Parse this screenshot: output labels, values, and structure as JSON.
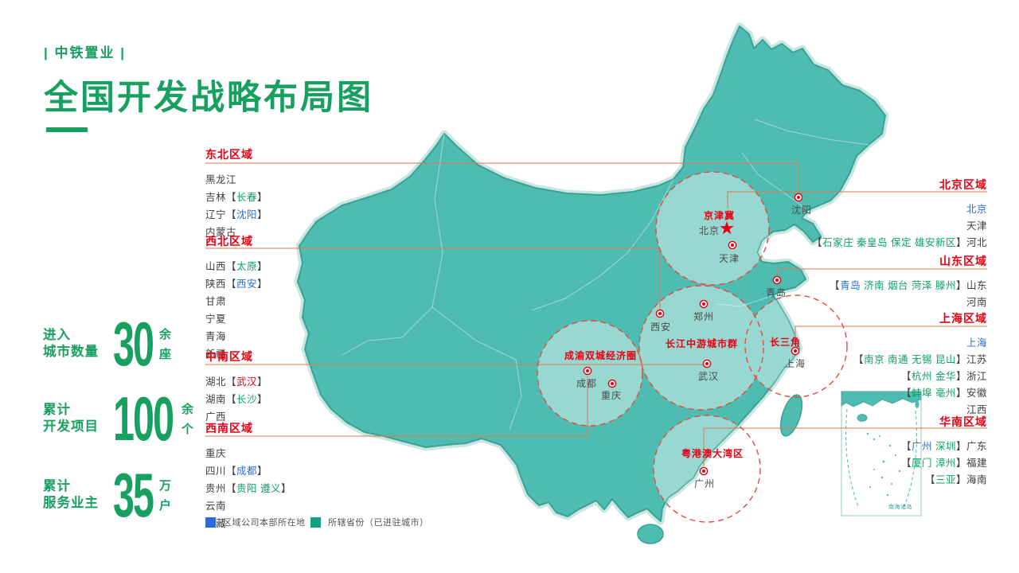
{
  "header": {
    "brand": "| 中铁置业 |",
    "title": "全国开发战略布局图"
  },
  "stats": [
    {
      "label_lines": [
        "进入",
        "城市数量"
      ],
      "value": "30",
      "unit_top": "余",
      "unit_bottom": "座"
    },
    {
      "label_lines": [
        "累计",
        "开发项目"
      ],
      "value": "100",
      "unit_top": "余",
      "unit_bottom": "个"
    },
    {
      "label_lines": [
        "累计",
        "服务业主"
      ],
      "value": "35",
      "unit_top": "万",
      "unit_bottom": "户"
    }
  ],
  "regions": {
    "left": [
      {
        "name": "东北区域",
        "items": [
          [
            {
              "t": "黑龙江",
              "c": "d"
            }
          ],
          [
            {
              "t": "吉林【",
              "c": "d"
            },
            {
              "t": "长春",
              "c": "g"
            },
            {
              "t": "】",
              "c": "d"
            }
          ],
          [
            {
              "t": "辽宁【",
              "c": "d"
            },
            {
              "t": "沈阳",
              "c": "b"
            },
            {
              "t": "】",
              "c": "d"
            }
          ],
          [
            {
              "t": "内蒙古",
              "c": "d"
            }
          ]
        ]
      },
      {
        "name": "西北区域",
        "items": [
          [
            {
              "t": "山西【",
              "c": "d"
            },
            {
              "t": "太原",
              "c": "g"
            },
            {
              "t": "】",
              "c": "d"
            }
          ],
          [
            {
              "t": "陕西【",
              "c": "d"
            },
            {
              "t": "西安",
              "c": "b"
            },
            {
              "t": "】",
              "c": "d"
            }
          ],
          [
            {
              "t": "甘肃",
              "c": "d"
            }
          ],
          [
            {
              "t": "宁夏",
              "c": "d"
            }
          ],
          [
            {
              "t": "青海",
              "c": "d"
            }
          ],
          [
            {
              "t": "新疆",
              "c": "d"
            }
          ]
        ]
      },
      {
        "name": "中南区域",
        "items": [
          [
            {
              "t": "湖北【",
              "c": "d"
            },
            {
              "t": "武汉",
              "c": "r"
            },
            {
              "t": "】",
              "c": "d"
            }
          ],
          [
            {
              "t": "湖南【",
              "c": "d"
            },
            {
              "t": "长沙",
              "c": "g"
            },
            {
              "t": "】",
              "c": "d"
            }
          ],
          [
            {
              "t": "广西",
              "c": "d"
            }
          ]
        ]
      },
      {
        "name": "西南区域",
        "items": [
          [
            {
              "t": "重庆",
              "c": "d"
            }
          ],
          [
            {
              "t": "四川【",
              "c": "d"
            },
            {
              "t": "成都",
              "c": "b"
            },
            {
              "t": "】",
              "c": "d"
            }
          ],
          [
            {
              "t": "贵州【",
              "c": "d"
            },
            {
              "t": "贵阳 遵义",
              "c": "g"
            },
            {
              "t": "】",
              "c": "d"
            }
          ],
          [
            {
              "t": "云南",
              "c": "d"
            }
          ],
          [
            {
              "t": "西藏",
              "c": "d"
            }
          ]
        ]
      }
    ],
    "right": [
      {
        "name": "北京区域",
        "items": [
          [
            {
              "t": "北京",
              "c": "b"
            }
          ],
          [
            {
              "t": "天津",
              "c": "d"
            }
          ],
          [
            {
              "t": "【",
              "c": "d"
            },
            {
              "t": "石家庄 秦皇岛 保定 雄安新区",
              "c": "g"
            },
            {
              "t": "】河北",
              "c": "d"
            }
          ]
        ]
      },
      {
        "name": "山东区域",
        "items": [
          [
            {
              "t": "【",
              "c": "d"
            },
            {
              "t": "青岛",
              "c": "b"
            },
            {
              "t": " ",
              "c": "d"
            },
            {
              "t": "济南 烟台 菏泽 滕州",
              "c": "g"
            },
            {
              "t": "】山东",
              "c": "d"
            }
          ],
          [
            {
              "t": "河南",
              "c": "d"
            }
          ]
        ]
      },
      {
        "name": "上海区域",
        "items": [
          [
            {
              "t": "上海",
              "c": "b"
            }
          ],
          [
            {
              "t": "【",
              "c": "d"
            },
            {
              "t": "南京 南通 无锡 昆山",
              "c": "g"
            },
            {
              "t": "】江苏",
              "c": "d"
            }
          ],
          [
            {
              "t": "【",
              "c": "d"
            },
            {
              "t": "杭州 金华",
              "c": "g"
            },
            {
              "t": "】浙江",
              "c": "d"
            }
          ],
          [
            {
              "t": "【",
              "c": "d"
            },
            {
              "t": "蚌埠 亳州",
              "c": "g"
            },
            {
              "t": "】安徽",
              "c": "d"
            }
          ],
          [
            {
              "t": "江西",
              "c": "d"
            }
          ]
        ]
      },
      {
        "name": "华南区域",
        "items": [
          [
            {
              "t": "【",
              "c": "d"
            },
            {
              "t": "广州",
              "c": "b"
            },
            {
              "t": " ",
              "c": "d"
            },
            {
              "t": "深圳",
              "c": "g"
            },
            {
              "t": "】广东",
              "c": "d"
            }
          ],
          [
            {
              "t": "【",
              "c": "d"
            },
            {
              "t": "厦门 漳州",
              "c": "g"
            },
            {
              "t": "】福建",
              "c": "d"
            }
          ],
          [
            {
              "t": "【",
              "c": "d"
            },
            {
              "t": "三亚",
              "c": "g"
            },
            {
              "t": "】海南",
              "c": "d"
            }
          ]
        ]
      }
    ]
  },
  "map": {
    "cities": [
      {
        "name": "沈阳"
      },
      {
        "name": "北京"
      },
      {
        "name": "天津"
      },
      {
        "name": "青岛"
      },
      {
        "name": "郑州"
      },
      {
        "name": "西安"
      },
      {
        "name": "武汉"
      },
      {
        "name": "成都"
      },
      {
        "name": "重庆"
      },
      {
        "name": "上海"
      },
      {
        "name": "广州"
      }
    ],
    "clusters": [
      {
        "label": "京津冀"
      },
      {
        "label": "长江中游城市群"
      },
      {
        "label": "成渝双城经济圈"
      },
      {
        "label": "长三角"
      },
      {
        "label": "粤港澳大湾区"
      }
    ],
    "inset_label": "南海诸岛"
  },
  "legend": [
    {
      "color": "#2E6BD6",
      "label": "区域公司本部所在地"
    },
    {
      "color": "#13A284",
      "label": "所辖省份（已进驻城市）"
    }
  ],
  "colors": {
    "brand_green": "#17A05F",
    "heading_red": "#E60012",
    "connector_orange": "#E4764E",
    "map_teal": "#4EBCB1",
    "seg": {
      "d": "#3E3E3E",
      "g": "#0EA066",
      "b": "#2E6BD6",
      "r": "#E60012"
    }
  }
}
